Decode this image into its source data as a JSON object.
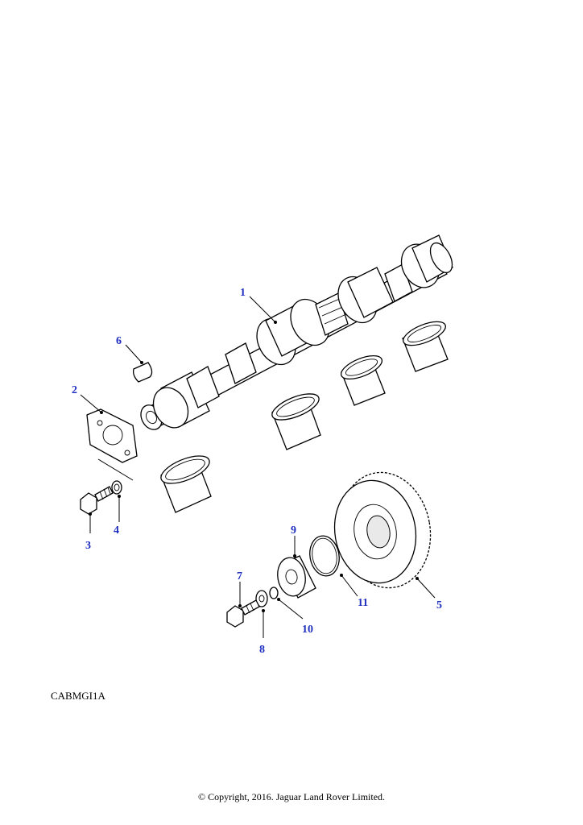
{
  "callouts": [
    {
      "id": "1",
      "label": "1"
    },
    {
      "id": "2",
      "label": "2"
    },
    {
      "id": "3",
      "label": "3"
    },
    {
      "id": "4",
      "label": "4"
    },
    {
      "id": "5",
      "label": "5"
    },
    {
      "id": "6",
      "label": "6"
    },
    {
      "id": "7",
      "label": "7"
    },
    {
      "id": "8",
      "label": "8"
    },
    {
      "id": "9",
      "label": "9"
    },
    {
      "id": "10",
      "label": "10"
    },
    {
      "id": "11",
      "label": "11"
    }
  ],
  "drawing_code": "CABMGI1A",
  "copyright": "© Copyright, 2016. Jaguar Land Rover Limited.",
  "colors": {
    "callout": "#1f2fbf",
    "line": "#000000",
    "background": "#ffffff"
  }
}
